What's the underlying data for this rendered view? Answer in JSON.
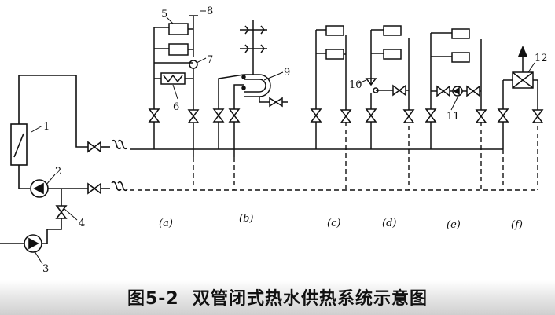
{
  "labels": {
    "n1": "1",
    "n2": "2",
    "n3": "3",
    "n4": "4",
    "n5": "5",
    "n6": "6",
    "n7": "7",
    "n8": "8",
    "n9": "9",
    "n10": "10",
    "n11": "11",
    "n12": "12"
  },
  "sublabels": {
    "a": "(a)",
    "b": "(b)",
    "c": "(c)",
    "d": "(d)",
    "e": "(e)",
    "f": "(f)"
  },
  "caption": {
    "prefix": "图",
    "number": "5-2",
    "title": "双管闭式热水供热系统示意图"
  }
}
